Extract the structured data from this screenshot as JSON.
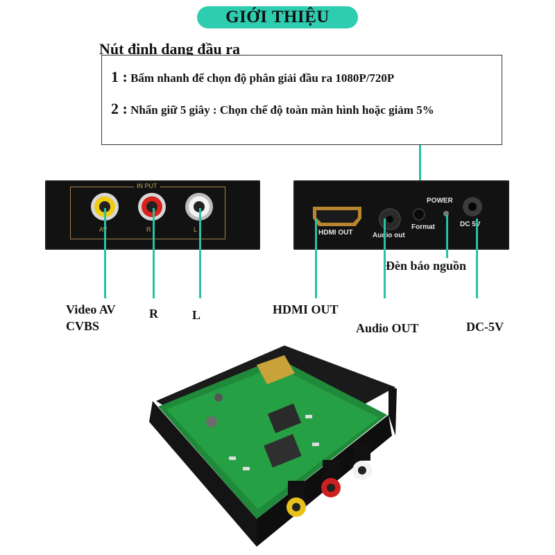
{
  "header": {
    "title": "GIỚI THIỆU"
  },
  "format_section": {
    "heading": "Nút định dạng đầu ra",
    "items": [
      {
        "num": "1 :",
        "text": "Bấm nhanh để chọn độ phân giải đầu ra 1080P/720P"
      },
      {
        "num": "2 :",
        "text": "Nhấn giữ 5 giây : Chọn chế độ toàn màn hình hoặc giảm 5%"
      }
    ]
  },
  "input_panel": {
    "silk_title": "IN PUT",
    "silk_av": "AV",
    "silk_r": "R",
    "silk_l": "L",
    "callouts": {
      "video": "Video AV",
      "video2": "CVBS",
      "r": "R",
      "l": "L"
    }
  },
  "output_panel": {
    "silk_hdmi": "HDMI OUT",
    "silk_audio": "Audio out",
    "silk_format": "Format",
    "silk_power": "POWER",
    "silk_dc": "DC 5V",
    "callouts": {
      "power_led": "Đèn báo nguồn",
      "hdmi": "HDMI OUT",
      "audio": "Audio OUT",
      "dc": "DC-5V"
    }
  },
  "colors": {
    "accent": "#2ecdb0",
    "connector": "#28c2a2",
    "device": "#121212",
    "silk": "#c9a25a"
  }
}
